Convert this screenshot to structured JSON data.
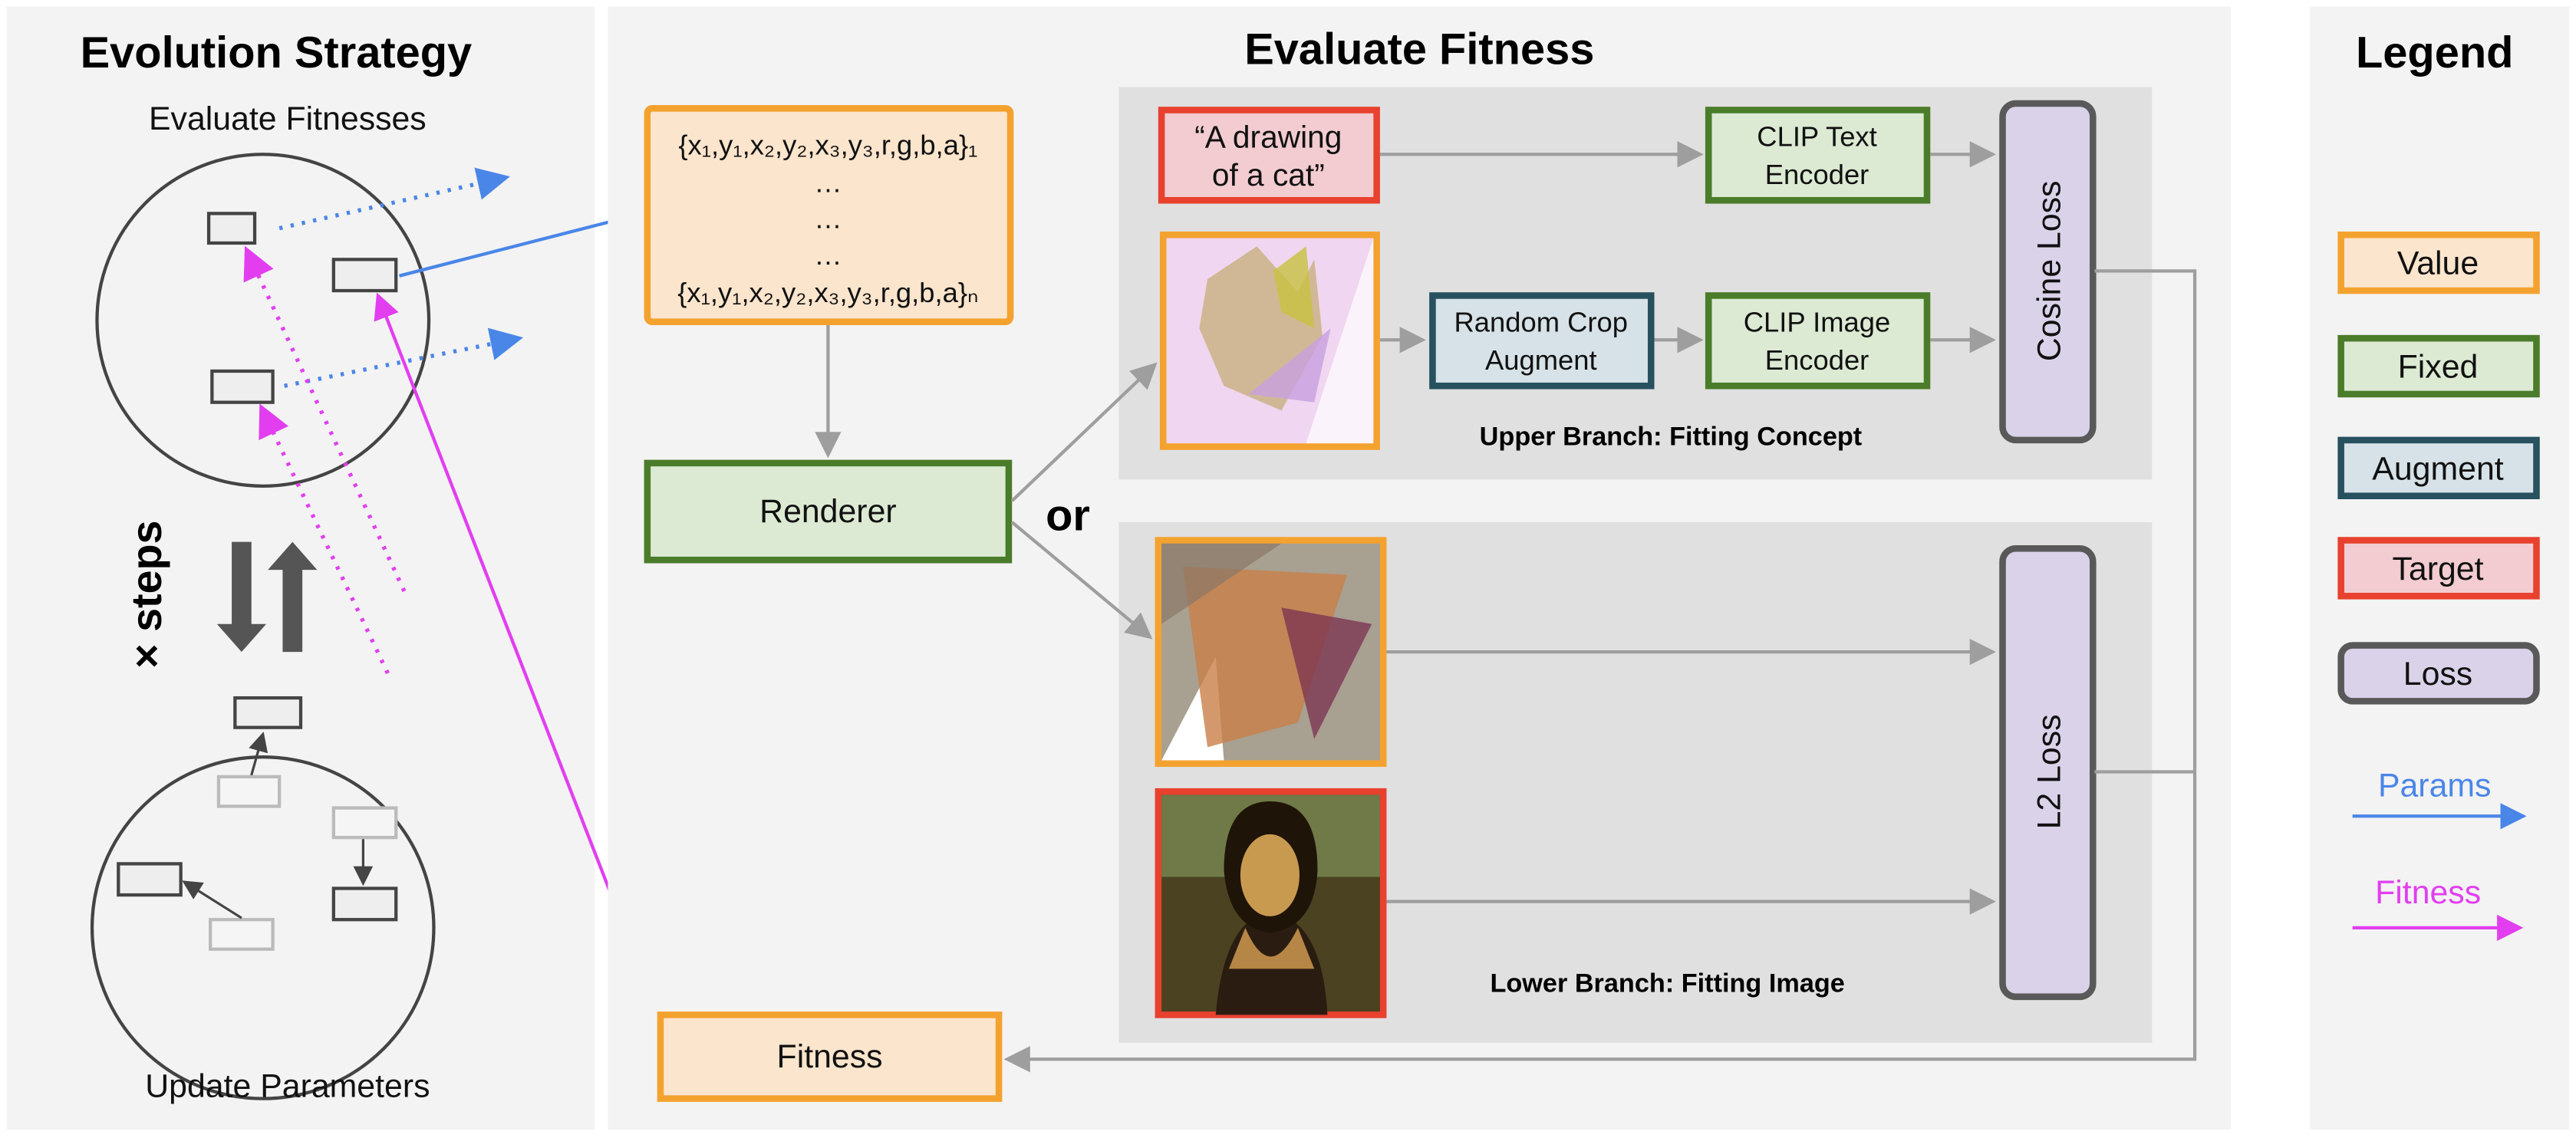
{
  "left_panel": {
    "title": "Evolution Strategy",
    "top_caption": "Evaluate Fitnesses",
    "bottom_caption": "Update Parameters",
    "loop_label": "× steps"
  },
  "center_panel": {
    "title": "Evaluate Fitness",
    "value_box": {
      "first": "{x₁,y₁,x₂,y₂,x₃,y₃,r,g,b,a}₁",
      "ellipsis": [
        "…",
        "…",
        "…"
      ],
      "last": "{x₁,y₁,x₂,y₂,x₃,y₃,r,g,b,a}ₙ"
    },
    "renderer": "Renderer",
    "or": "or",
    "fitness": "Fitness",
    "upper_branch": {
      "caption": "Upper Branch: Fitting Concept",
      "prompt_line1": "“A drawing",
      "prompt_line2": "of a cat”",
      "text_encoder_line1": "CLIP Text",
      "text_encoder_line2": "Encoder",
      "augment_line1": "Random Crop",
      "augment_line2": "Augment",
      "image_encoder_line1": "CLIP Image",
      "image_encoder_line2": "Encoder",
      "loss": "Cosine Loss"
    },
    "lower_branch": {
      "caption": "Lower Branch: Fitting Image",
      "loss": "L2 Loss"
    }
  },
  "legend": {
    "title": "Legend",
    "items": [
      {
        "label": "Value",
        "stroke": "#f4a22f",
        "fill": "#fbe5cd"
      },
      {
        "label": "Fixed",
        "stroke": "#4a7c2a",
        "fill": "#dcead3"
      },
      {
        "label": "Augment",
        "stroke": "#27515f",
        "fill": "#d6e2e8"
      },
      {
        "label": "Target",
        "stroke": "#e8412e",
        "fill": "#f2ccd0"
      },
      {
        "label": "Loss",
        "stroke": "#595959",
        "fill": "#d9d2e9"
      }
    ],
    "arrows": [
      {
        "label": "Params",
        "color": "#4a86e8"
      },
      {
        "label": "Fitness",
        "color": "#e23ef0"
      }
    ]
  }
}
